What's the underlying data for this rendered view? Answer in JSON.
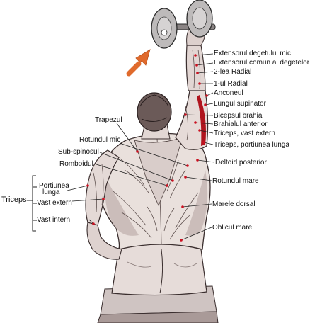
{
  "colors": {
    "skin": "#e9e0dc",
    "shade": "#b9a9a6",
    "line": "#3a2e2e",
    "muscle_red": "#b0141e",
    "pointer": "#cc1020",
    "arrow": "#e06a2c",
    "label_text": "#111111"
  },
  "diagram": {
    "group_label": "Triceps",
    "labels": {
      "extensorul_degetului_mic": "Extensorul degetului mic",
      "extensorul_comun": "Extensorul comun al degetelor",
      "radial_2": "2-lea Radial",
      "radial_1": "1-ul Radial",
      "anconeul": "Anconeul",
      "lungul_supinator": "Lungul supinator",
      "bicepsul_brahial": "Bicepsul brahial",
      "brahialul_anterior": "Brahialul anterior",
      "triceps_vast_extern": "Triceps, vast extern",
      "triceps_portiunea_lunga": "Triceps, portiunea lunga",
      "deltoid_posterior": "Deltoid posterior",
      "rotundul_mare": "Rotundul mare",
      "marele_dorsal": "Marele dorsal",
      "oblicul_mare": "Oblicul mare",
      "trapezul": "Trapezul",
      "rotundul_mic": "Rotundul mic",
      "sub_spinosul": "Sub-spinosul",
      "romboidul": "Romboidul",
      "portiunea_lunga_left_line1": "Portiunea",
      "portiunea_lunga_left_line2": "lunga",
      "vast_extern_left": "Vast extern",
      "vast_intern_left": "Vast intern"
    }
  }
}
